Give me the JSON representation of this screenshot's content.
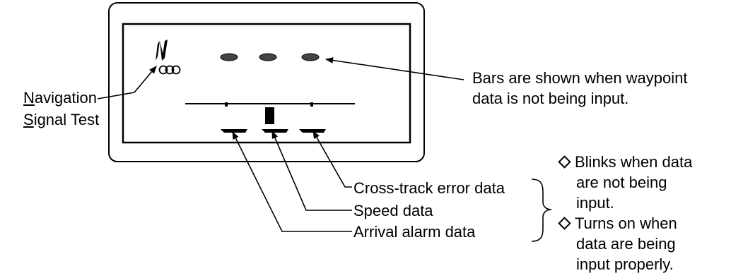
{
  "display_indicator_char": "N",
  "labels": {
    "navigation_line1": "Navigation",
    "navigation_line2": "Signal Test",
    "bars_line1": "Bars are shown when waypoint",
    "bars_line2": "data is not being input.",
    "cross_track": "Cross-track error data",
    "speed": "Speed data",
    "arrival": "Arrival alarm data"
  },
  "notes": {
    "blinks": [
      "Blinks when data",
      "are not being",
      "input."
    ],
    "turns_on": [
      "Turns on when",
      "data are being",
      "input properly."
    ]
  }
}
